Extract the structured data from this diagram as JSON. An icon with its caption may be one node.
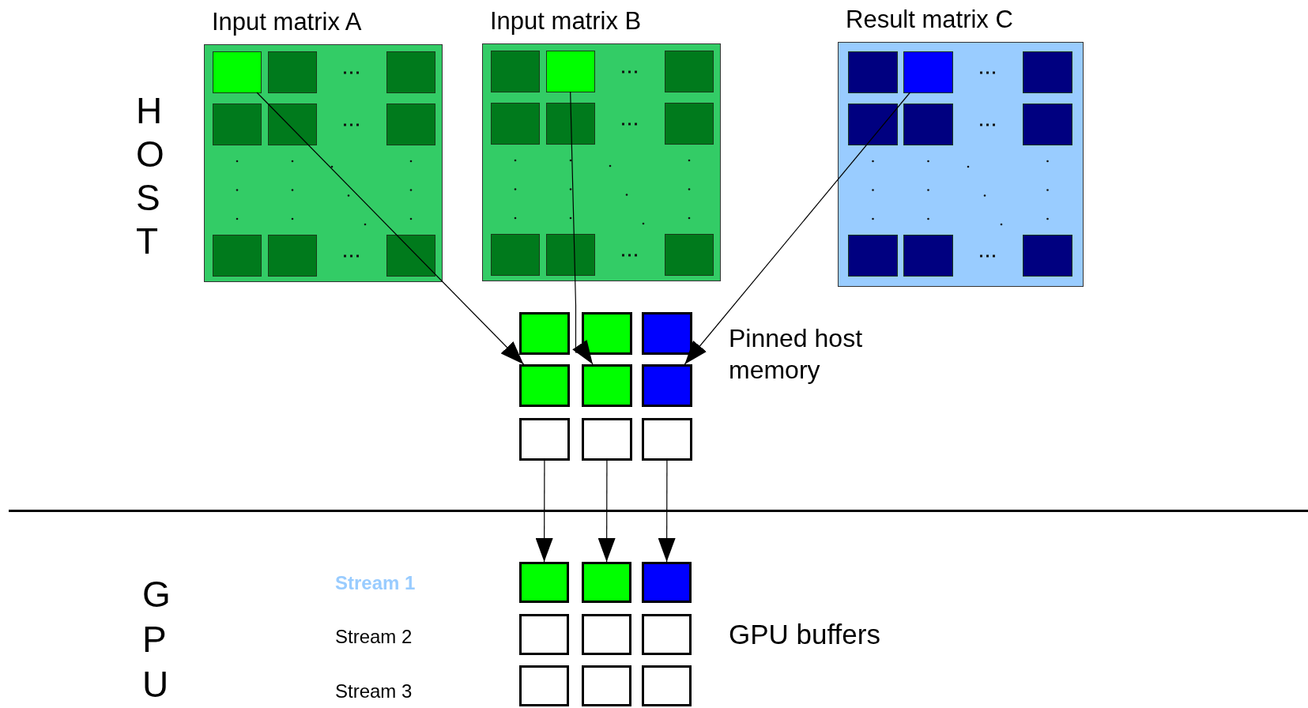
{
  "diagram": {
    "nodes": [
      {
        "text": [
          "Input matrix A"
        ]
      },
      {
        "text": [],
        "shape": "box",
        "in": 0
      },
      {
        "text": [
          "Input matrix B"
        ]
      },
      {
        "text": [],
        "shape": "box",
        "in": 2
      },
      {
        "text": [
          "Result matrix C"
        ]
      },
      {
        "text": [],
        "shape": "box",
        "in": 4
      },
      {
        "text": [],
        "shape": "box"
      },
      {
        "text": [],
        "shape": "box"
      },
      {
        "text": [],
        "shape": "box"
      },
      {
        "text": [],
        "shape": "box"
      },
      {
        "text": [],
        "shape": "box"
      },
      {
        "text": [],
        "shape": "box"
      },
      {
        "text": [],
        "shape": "box"
      },
      {
        "text": [],
        "shape": "box"
      },
      {
        "text": [],
        "shape": "box"
      },
      {
        "text": [],
        "shape": "box"
      },
      {
        "text": [],
        "shape": "box"
      },
      {
        "text": [],
        "shape": "box"
      },
      {
        "text": [],
        "shape": "box"
      },
      {
        "text": [],
        "shape": "box"
      },
      {
        "text": [],
        "shape": "box"
      },
      {
        "text": [],
        "shape": "box"
      },
      {
        "text": [],
        "shape": "box"
      },
      {
        "text": [],
        "shape": "box"
      }
    ],
    "edges": [
      {
        "from": 1,
        "to": 9,
        "arrow": "to"
      },
      {
        "from": 3,
        "to": 10,
        "arrow": "to"
      },
      {
        "from": 5,
        "to": 11,
        "arrow": "to"
      },
      {
        "from": 12,
        "to": 15,
        "arrow": "to"
      },
      {
        "from": 13,
        "to": 16,
        "arrow": "to"
      },
      {
        "from": 14,
        "to": 17,
        "arrow": "to"
      }
    ],
    "labels": [
      "HOST",
      "Pinned host memory",
      "GPU",
      "Stream 1",
      "Stream 2",
      "Stream 3",
      "GPU buffers"
    ]
  }
}
